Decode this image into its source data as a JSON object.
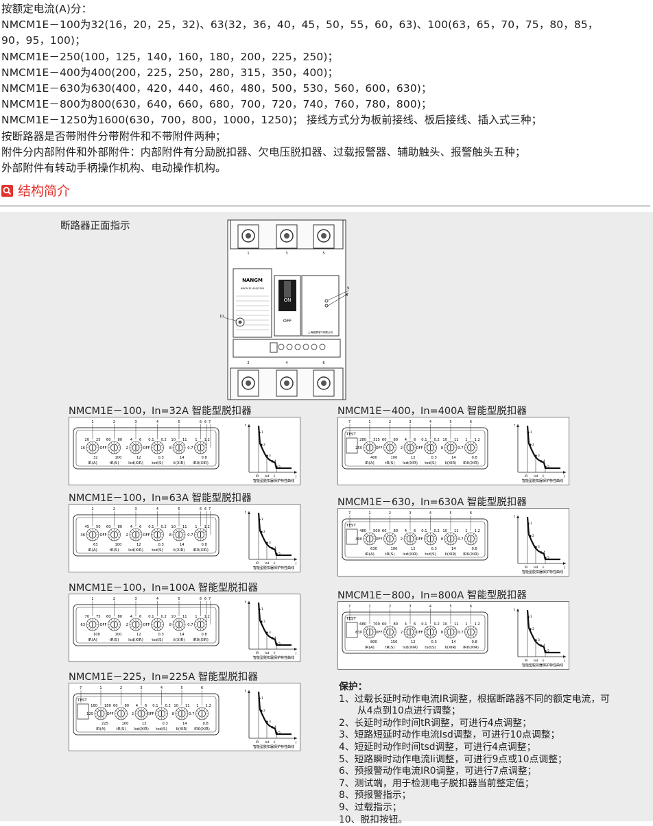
{
  "intro": {
    "lines": [
      "按额定电流(A)分：",
      "NMCM1E－100为32(16，20，25，32)、63(32，36，40，45，50，55，60，63)、100(63，65，70，75，80，85，",
      "90，95，100)；",
      "NMCM1E－250(100，125，140，160，180，200，225，250)；",
      "NMCM1E－400为400(200，225，250，280，315，350，400)；",
      "NMCM1E－630为630(400，420，440，460，480，500，530，560，600，630)；",
      "NMCM1E－800为800(630，640，660，680，700，720，740，760，780，800)；",
      "NMCM1E－1250为1600(630，700，800，1000，1250)；  接线方式分为板前接线、板后接线、插入式三种；",
      "按断路器是否带附件分带附件和不带附件两种；",
      "附件分内部附件和外部附件：内部附件有分励脱扣器、欠电压脱扣器、过载报警器、辅助触头、报警触头五种；",
      "外部附件有转动手柄操作机构、电动操作机构。"
    ]
  },
  "section": {
    "title": "结构简介"
  },
  "front": {
    "title": "断路器正面指示",
    "brand": "NANGM",
    "model": "NMCM1E-400/3300",
    "on_label": "ON",
    "off_label": "OFF",
    "company": "上海能德电气有限公司",
    "terminals_top": [
      "1",
      "3",
      "5"
    ],
    "terminals_bottom": [
      "2",
      "4",
      "6"
    ],
    "callouts": [
      "10",
      "8",
      "9"
    ]
  },
  "units": [
    {
      "title": "NMCM1E－100，In=32A 智能型脱扣器",
      "test": "",
      "dials": [
        {
          "label": "IR(A)",
          "num": "1",
          "vals": [
            "20",
            "25",
            "16",
            "32"
          ]
        },
        {
          "label": "tR(S)",
          "num": "2",
          "vals": [
            "60",
            "80",
            "OFF",
            "100"
          ]
        },
        {
          "label": "Isd(XIR)",
          "num": "3",
          "vals": [
            "4",
            "6",
            "2",
            "12"
          ]
        },
        {
          "label": "tsd(S)",
          "num": "4",
          "vals": [
            "0.1",
            "0.2",
            "OFF",
            "0.3"
          ]
        },
        {
          "label": "Ii(XIR)",
          "num": "5",
          "vals": [
            "10",
            "11",
            "8",
            "14"
          ]
        },
        {
          "label": "IR0(XIR)",
          "num": "6",
          "vals": [
            "1",
            "1.2",
            "0.7",
            "0.8"
          ]
        }
      ],
      "extra_nums": [
        "6",
        "7"
      ],
      "curve": {
        "caption": "智能型脱扣器保护特性曲线",
        "axis_y": "t",
        "axis_x": "I",
        "ticks": [
          "IR",
          "Isd",
          "Ii"
        ]
      }
    },
    {
      "title": "NMCM1E－100，In=63A 智能型脱扣器",
      "test": "",
      "dials": [
        {
          "label": "IR(A)",
          "num": "1",
          "vals": [
            "45",
            "50",
            "36",
            "63"
          ]
        },
        {
          "label": "tR(S)",
          "num": "2",
          "vals": [
            "60",
            "80",
            "OFF",
            "100"
          ]
        },
        {
          "label": "Isd(XIR)",
          "num": "3",
          "vals": [
            "4",
            "6",
            "2",
            "12"
          ]
        },
        {
          "label": "tsd(S)",
          "num": "4",
          "vals": [
            "0.1",
            "0.2",
            "OFF",
            "0.3"
          ]
        },
        {
          "label": "Ii(XIR)",
          "num": "5",
          "vals": [
            "10",
            "11",
            "8",
            "14"
          ]
        },
        {
          "label": "IR0(XIR)",
          "num": "6",
          "vals": [
            "1",
            "1.2",
            "0.7",
            "0.8"
          ]
        }
      ],
      "extra_nums": [
        "6",
        "7"
      ],
      "curve": {
        "caption": "智能型脱扣器保护特性曲线",
        "axis_y": "t",
        "axis_x": "I",
        "ticks": [
          "IR",
          "Isd",
          "Ii"
        ]
      }
    },
    {
      "title": "NMCM1E－100，In=100A 智能型脱扣器",
      "test": "",
      "dials": [
        {
          "label": "IR(A)",
          "num": "1",
          "vals": [
            "70",
            "75",
            "63",
            "100"
          ]
        },
        {
          "label": "tR(S)",
          "num": "2",
          "vals": [
            "60",
            "80",
            "OFF",
            "100"
          ]
        },
        {
          "label": "Isd(XIR)",
          "num": "3",
          "vals": [
            "4",
            "6",
            "2",
            "12"
          ]
        },
        {
          "label": "tsd(S)",
          "num": "4",
          "vals": [
            "0.1",
            "0.2",
            "OFF",
            "0.3"
          ]
        },
        {
          "label": "Ii(XIR)",
          "num": "5",
          "vals": [
            "10",
            "11",
            "8",
            "14"
          ]
        },
        {
          "label": "IR0(XIR)",
          "num": "6",
          "vals": [
            "1",
            "1.2",
            "0.7",
            "0.8"
          ]
        }
      ],
      "extra_nums": [
        "6",
        "7"
      ],
      "curve": {
        "caption": "智能型脱扣器保护特性曲线",
        "axis_y": "t",
        "axis_x": "I",
        "ticks": [
          "IR",
          "Isd",
          "Ii"
        ]
      }
    },
    {
      "title": "NMCM1E－225，In=225A 智能型脱扣器",
      "test": "TEST",
      "dials": [
        {
          "label": "IR(A)",
          "num": "1",
          "vals": [
            "160",
            "180",
            "125",
            "225"
          ]
        },
        {
          "label": "tR(S)",
          "num": "2",
          "vals": [
            "60",
            "80",
            "OFF",
            "100"
          ]
        },
        {
          "label": "Isd(XIR)",
          "num": "3",
          "vals": [
            "4",
            "6",
            "2",
            "12"
          ]
        },
        {
          "label": "tsd(S)",
          "num": "4",
          "vals": [
            "0.1",
            "0.2",
            "OFF",
            "0.3"
          ]
        },
        {
          "label": "Ii(XIR)",
          "num": "5",
          "vals": [
            "10",
            "11",
            "8",
            "14"
          ]
        },
        {
          "label": "IR0(XIR)",
          "num": "6",
          "vals": [
            "1",
            "1.2",
            "0.7",
            "0.8"
          ]
        }
      ],
      "extra_nums": [
        "7"
      ],
      "curve": {
        "caption": "智能型脱扣器保护特性曲线",
        "axis_y": "t",
        "axis_x": "I",
        "ticks": [
          "IR",
          "Isd",
          "Ii"
        ]
      }
    },
    {
      "title": "NMCM1E－400，In=400A 智能型脱扣器",
      "test": "TEST",
      "dials": [
        {
          "label": "IR(A)",
          "num": "1",
          "vals": [
            "280",
            "315",
            "250",
            "400"
          ]
        },
        {
          "label": "tR(S)",
          "num": "2",
          "vals": [
            "60",
            "80",
            "OFF",
            "100"
          ]
        },
        {
          "label": "Isd(XIR)",
          "num": "3",
          "vals": [
            "4",
            "6",
            "2",
            "12"
          ]
        },
        {
          "label": "tsd(S)",
          "num": "4",
          "vals": [
            "0.1",
            "0.2",
            "OFF",
            "0.3"
          ]
        },
        {
          "label": "Ii(XIR)",
          "num": "5",
          "vals": [
            "10",
            "11",
            "8",
            "14"
          ]
        },
        {
          "label": "IR0(XIR)",
          "num": "6",
          "vals": [
            "1",
            "1.2",
            "0.7",
            "0.8"
          ]
        }
      ],
      "extra_nums": [
        "7"
      ],
      "curve": {
        "caption": "智能型脱扣器保护特性曲线",
        "axis_y": "t",
        "axis_x": "I",
        "ticks": [
          "IR",
          "Isd",
          "Ii"
        ]
      }
    },
    {
      "title": "NMCM1E－630，In=630A 智能型脱扣器",
      "test": "TEST",
      "dials": [
        {
          "label": "IR(A)",
          "num": "1",
          "vals": [
            "480",
            "500",
            "400",
            "630"
          ]
        },
        {
          "label": "tR(S)",
          "num": "2",
          "vals": [
            "60",
            "80",
            "OFF",
            "100"
          ]
        },
        {
          "label": "Isd(XIR)",
          "num": "3",
          "vals": [
            "4",
            "6",
            "2",
            "12"
          ]
        },
        {
          "label": "tsd(S)",
          "num": "4",
          "vals": [
            "0.1",
            "0.2",
            "OFF",
            "0.3"
          ]
        },
        {
          "label": "Ii(XIR)",
          "num": "5",
          "vals": [
            "10",
            "11",
            "8",
            "14"
          ]
        },
        {
          "label": "IR0(XIR)",
          "num": "6",
          "vals": [
            "1",
            "1.2",
            "0.7",
            "0.8"
          ]
        }
      ],
      "extra_nums": [
        "7"
      ],
      "curve": {
        "caption": "智能型脱扣器保护特性曲线",
        "axis_y": "t",
        "axis_x": "I",
        "ticks": [
          "IR",
          "Isd",
          "Ii"
        ]
      }
    },
    {
      "title": "NMCM1E－800，In=800A 智能型脱扣器",
      "test": "TEST",
      "dials": [
        {
          "label": "IR(A)",
          "num": "1",
          "vals": [
            "680",
            "700",
            "630",
            "800"
          ]
        },
        {
          "label": "tR(S)",
          "num": "2",
          "vals": [
            "60",
            "80",
            "OFF",
            "150"
          ]
        },
        {
          "label": "Isd(XIR)",
          "num": "3",
          "vals": [
            "4",
            "6",
            "2",
            "12"
          ]
        },
        {
          "label": "tsd(S)",
          "num": "4",
          "vals": [
            "0.1",
            "0.2",
            "OFF",
            "0.3"
          ]
        },
        {
          "label": "Ii(XIR)",
          "num": "5",
          "vals": [
            "10",
            "11",
            "8",
            "14"
          ]
        },
        {
          "label": "IR0(XIR)",
          "num": "6",
          "vals": [
            "1",
            "1.2",
            "0.7",
            "0.8"
          ]
        }
      ],
      "extra_nums": [
        "7"
      ],
      "curve": {
        "caption": "智能型脱扣器保护特性曲线",
        "axis_y": "t",
        "axis_x": "I",
        "ticks": [
          "IR",
          "Isd",
          "Ii"
        ]
      }
    }
  ],
  "protection": {
    "title": "保护：",
    "items": [
      "1、过载长延时动作电流IR调整，根据断路器不同的额定电流，可",
      "从4点到10点进行调整；",
      "2、长延时动作时间tR调整，可进行4点调整；",
      "3、短路短延时动作电流Isd调整，可进行10点调整；",
      "4、短延时动作时间tsd调整，可进行4点调整；",
      "5、短路瞬时动作电流Ii调整，可进行9点或10点调整；",
      "6、预报警动作电流IR0调整，可进行7点调整；",
      "7、测试端，用于检测电子脱扣器当前整定值；",
      "8、预报警指示；",
      "9、过载指示；",
      "10、脱扣按钮。"
    ]
  }
}
